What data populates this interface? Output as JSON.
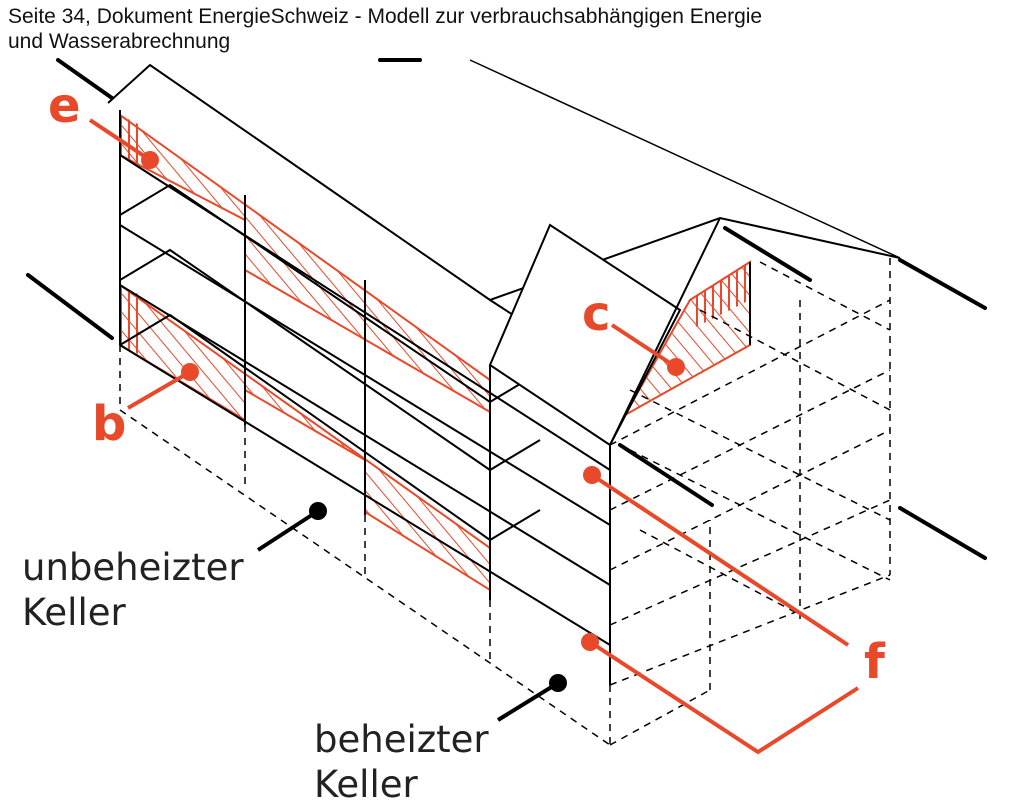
{
  "header": {
    "line1": "Seite 34, Dokument EnergieSchweiz - Modell zur verbrauchsabhängigen Energie",
    "line2": "und Wasserabrechnung"
  },
  "labels": {
    "e": "e",
    "b": "b",
    "c": "c",
    "f": "f",
    "unheated_l1": "unbeheizter",
    "unheated_l2": "Keller",
    "heated_l1": "beheizter",
    "heated_l2": "Keller"
  },
  "colors": {
    "accent": "#e8492a",
    "line": "#000000"
  }
}
